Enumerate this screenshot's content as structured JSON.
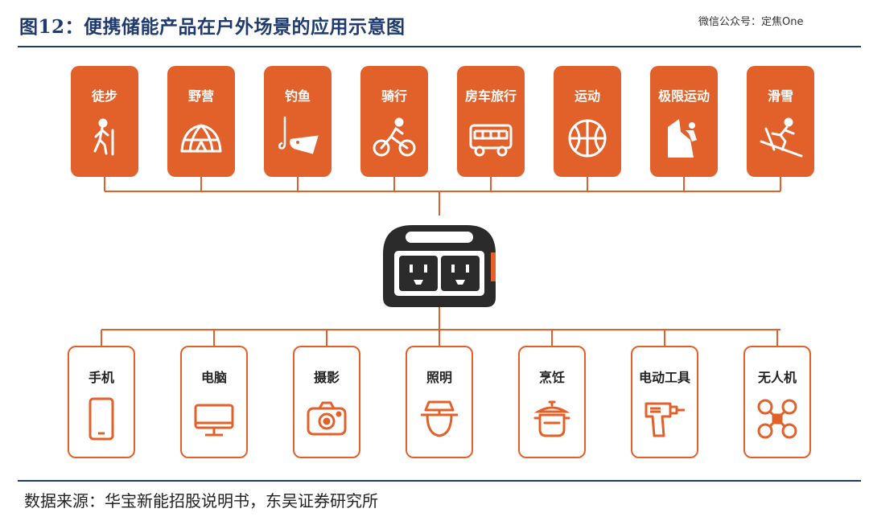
{
  "figure": {
    "title": "图12：便携储能产品在户外场景的应用示意图",
    "watermark": "微信公众号：定焦One",
    "source": "数据来源：华宝新能招股说明书，东吴证券研究所"
  },
  "activities": [
    {
      "label": "徒步",
      "icon": "hiking-icon"
    },
    {
      "label": "野营",
      "icon": "tent-icon"
    },
    {
      "label": "钓鱼",
      "icon": "fishing-icon"
    },
    {
      "label": "骑行",
      "icon": "cycling-icon"
    },
    {
      "label": "房车旅行",
      "icon": "rv-icon"
    },
    {
      "label": "运动",
      "icon": "ball-icon"
    },
    {
      "label": "极限运动",
      "icon": "climbing-icon"
    },
    {
      "label": "滑雪",
      "icon": "skiing-icon"
    }
  ],
  "devices": [
    {
      "label": "手机",
      "icon": "phone-icon"
    },
    {
      "label": "电脑",
      "icon": "monitor-icon"
    },
    {
      "label": "摄影",
      "icon": "camera-icon"
    },
    {
      "label": "照明",
      "icon": "lamp-icon"
    },
    {
      "label": "烹饪",
      "icon": "cooking-pot-icon"
    },
    {
      "label": "电动工具",
      "icon": "drill-icon"
    },
    {
      "label": "无人机",
      "icon": "drone-icon"
    }
  ],
  "center": {
    "icon": "portable-power-station-icon"
  },
  "colors": {
    "accent": "#e2612a",
    "title": "#1f3a6e",
    "dark": "#2b2b2b"
  }
}
